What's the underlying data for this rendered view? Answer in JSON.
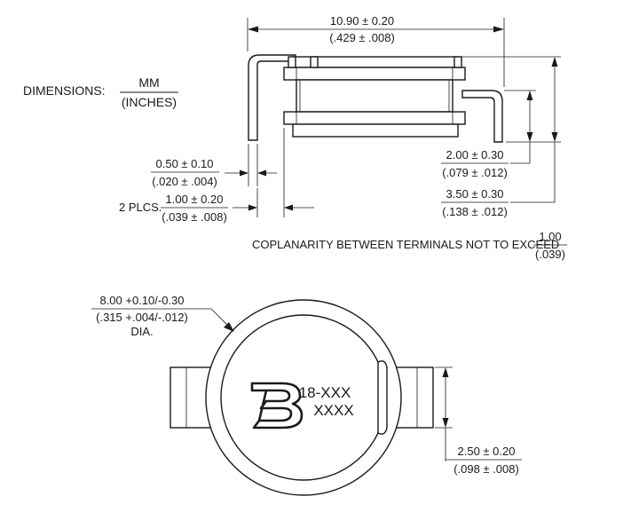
{
  "legend": {
    "label": "DIMENSIONS:",
    "numerator": "MM",
    "denominator": "(INCHES)"
  },
  "side_view": {
    "width_mm": "10.90 ± 0.20",
    "width_in": "(.429 ± .008)",
    "terminal_thickness_mm": "0.50 ± 0.10",
    "terminal_thickness_in": "(.020 ± .004)",
    "terminal_width_prefix": "2 PLCS.",
    "terminal_width_mm": "1.00 ± 0.20",
    "terminal_width_in": "(.039 ± .008)",
    "terminal_height_mm": "2.00 ± 0.30",
    "terminal_height_in": "(.079 ± .012)",
    "total_height_mm": "3.50 ± 0.30",
    "total_height_in": "(.138 ± .012)"
  },
  "coplanarity": {
    "text": "COPLANARITY BETWEEN TERMINALS NOT TO EXCEED",
    "numerator": "1.00",
    "denominator": "(.039)"
  },
  "top_view": {
    "diameter_mm": "8.00 +0.10/-0.30",
    "diameter_in": "(.315 +.004/-.012)",
    "diameter_suffix": "DIA.",
    "tab_width_mm": "2.50 ± 0.20",
    "tab_width_in": "(.098 ± .008)",
    "marking_line1": "18-XXX",
    "marking_line2": "XXXX"
  }
}
